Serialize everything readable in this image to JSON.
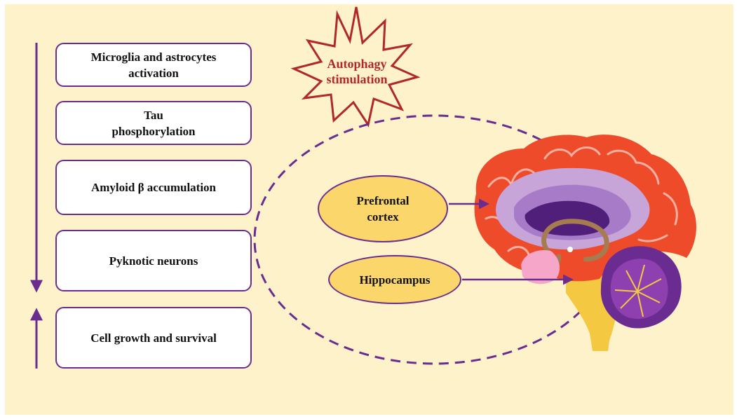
{
  "steps": [
    {
      "label": "Microglia and astrocytes activation",
      "line1": "Microglia and astrocytes",
      "line2": "activation"
    },
    {
      "label": "Tau phosphorylation",
      "line1": "Tau",
      "line2": "phosphorylation"
    },
    {
      "label": "Amyloid β accumulation"
    },
    {
      "label": "Pyknotic neurons"
    },
    {
      "label": "Cell growth and survival"
    }
  ],
  "arrows": {
    "decrease_direction": "down",
    "increase_direction": "up"
  },
  "burst": {
    "line1": "Autophagy",
    "line2": "stimulation"
  },
  "regions": {
    "prefrontal": {
      "line1": "Prefrontal",
      "line2": "cortex"
    },
    "hippocampus": {
      "label": "Hippocampus"
    }
  },
  "colors": {
    "background": "#fdf2c9",
    "box_border": "#6a2d8f",
    "arrow": "#6a2d8f",
    "burst_stroke": "#b0282a",
    "oval_fill": "#fbd76b",
    "cortex": "#ee4b2b",
    "cerebellum": "#6b2c91",
    "brainstem": "#f5c842"
  }
}
